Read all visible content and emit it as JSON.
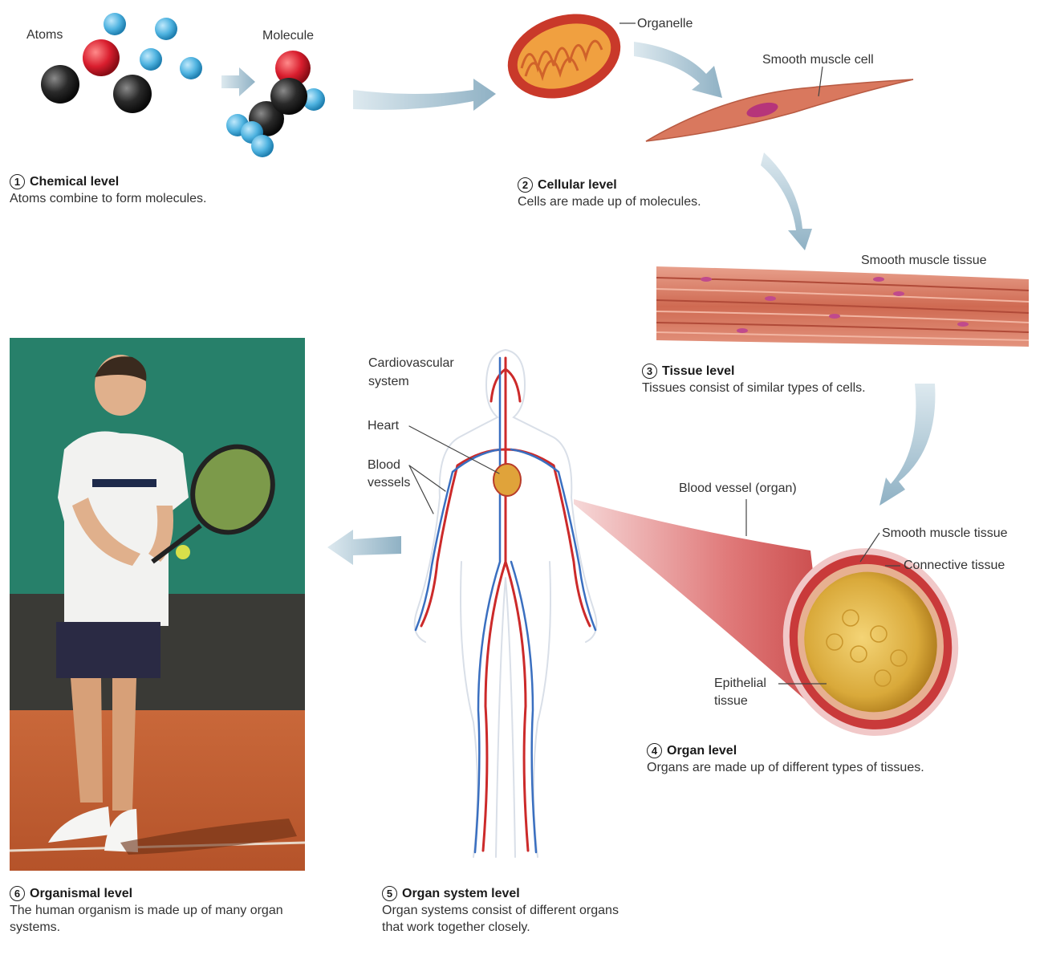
{
  "labels": {
    "atoms": "Atoms",
    "molecule": "Molecule",
    "organelle": "Organelle",
    "smooth_muscle_cell": "Smooth muscle cell",
    "smooth_muscle_tissue_top": "Smooth muscle tissue",
    "cardiovascular_1": "Cardiovascular",
    "cardiovascular_2": "system",
    "heart": "Heart",
    "blood_1": "Blood",
    "blood_2": "vessels",
    "blood_vessel_organ": "Blood vessel (organ)",
    "smooth_muscle_tissue_vessel": "Smooth muscle tissue",
    "connective_tissue": "Connective tissue",
    "epithelial_1": "Epithelial",
    "epithelial_2": "tissue"
  },
  "levels": [
    {
      "number": "1",
      "title": "Chemical level",
      "desc": "Atoms combine to form molecules."
    },
    {
      "number": "2",
      "title": "Cellular level",
      "desc": "Cells are made up of molecules."
    },
    {
      "number": "3",
      "title": "Tissue level",
      "desc": "Tissues consist of similar types of cells."
    },
    {
      "number": "4",
      "title": "Organ level",
      "desc": "Organs are made up of different types of tissues."
    },
    {
      "number": "5",
      "title": "Organ system level",
      "desc": "Organ systems consist of different organs that work together closely."
    },
    {
      "number": "6",
      "title": "Organismal level",
      "desc": "The human organism is made up of many organ systems."
    }
  ],
  "colors": {
    "arrow": "#a9c3d1",
    "atom_blue": "#4fb3e0",
    "atom_red": "#d91e2e",
    "atom_black": "#2a2a2a",
    "muscle": "#d9785e",
    "artery": "#cc2a2a",
    "vein": "#3a6fc0"
  }
}
